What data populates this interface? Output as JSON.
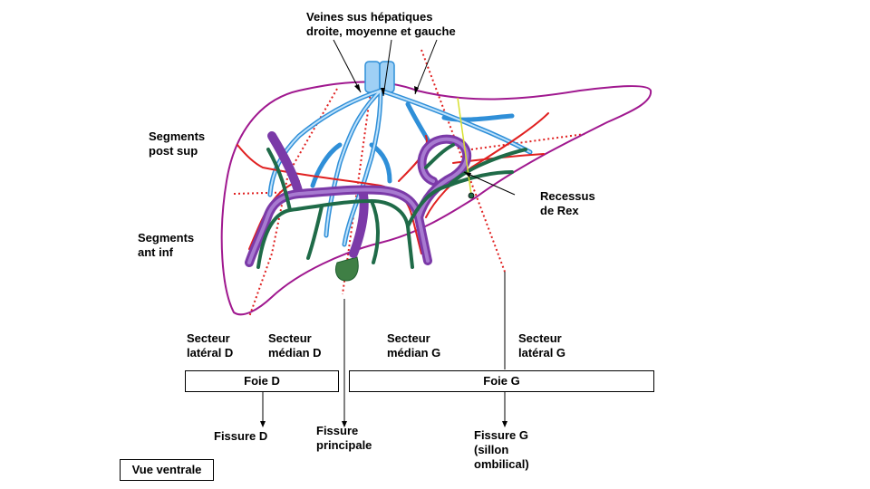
{
  "labels": {
    "veins_line1": "Veines sus hépatiques",
    "veins_line2": "droite, moyenne et gauche",
    "seg_post_line1": "Segments",
    "seg_post_line2": "post sup",
    "seg_ant_line1": "Segments",
    "seg_ant_line2": "ant inf",
    "recessus_line1": "Recessus",
    "recessus_line2": "de Rex",
    "sect_lat_d_line1": "Secteur",
    "sect_lat_d_line2": "latéral D",
    "sect_med_d_line1": "Secteur",
    "sect_med_d_line2": "médian D",
    "sect_med_g_line1": "Secteur",
    "sect_med_g_line2": "médian G",
    "sect_lat_g_line1": "Secteur",
    "sect_lat_g_line2": "latéral G",
    "foie_d": "Foie D",
    "foie_g": "Foie G",
    "fissure_d": "Fissure D",
    "fissure_p_line1": "Fissure",
    "fissure_p_line2": "principale",
    "fissure_g_line1": "Fissure G",
    "fissure_g_line2": "(sillon",
    "fissure_g_line3": "ombilical)",
    "view": "Vue ventrale"
  },
  "colors": {
    "liver_outline": "#a0188f",
    "hepatic_veins": "#2f8fd8",
    "hepatic_veins_fill": "#bfe2fb",
    "portal_vein": "#7b3aa8",
    "portal_vein_fill": "#8f55bf",
    "biliary": "#1f6b48",
    "arteries": "#e02020",
    "fissure_lines": "#e02020",
    "gallbladder": "#3f7f45",
    "ligament": "#d8e030"
  }
}
